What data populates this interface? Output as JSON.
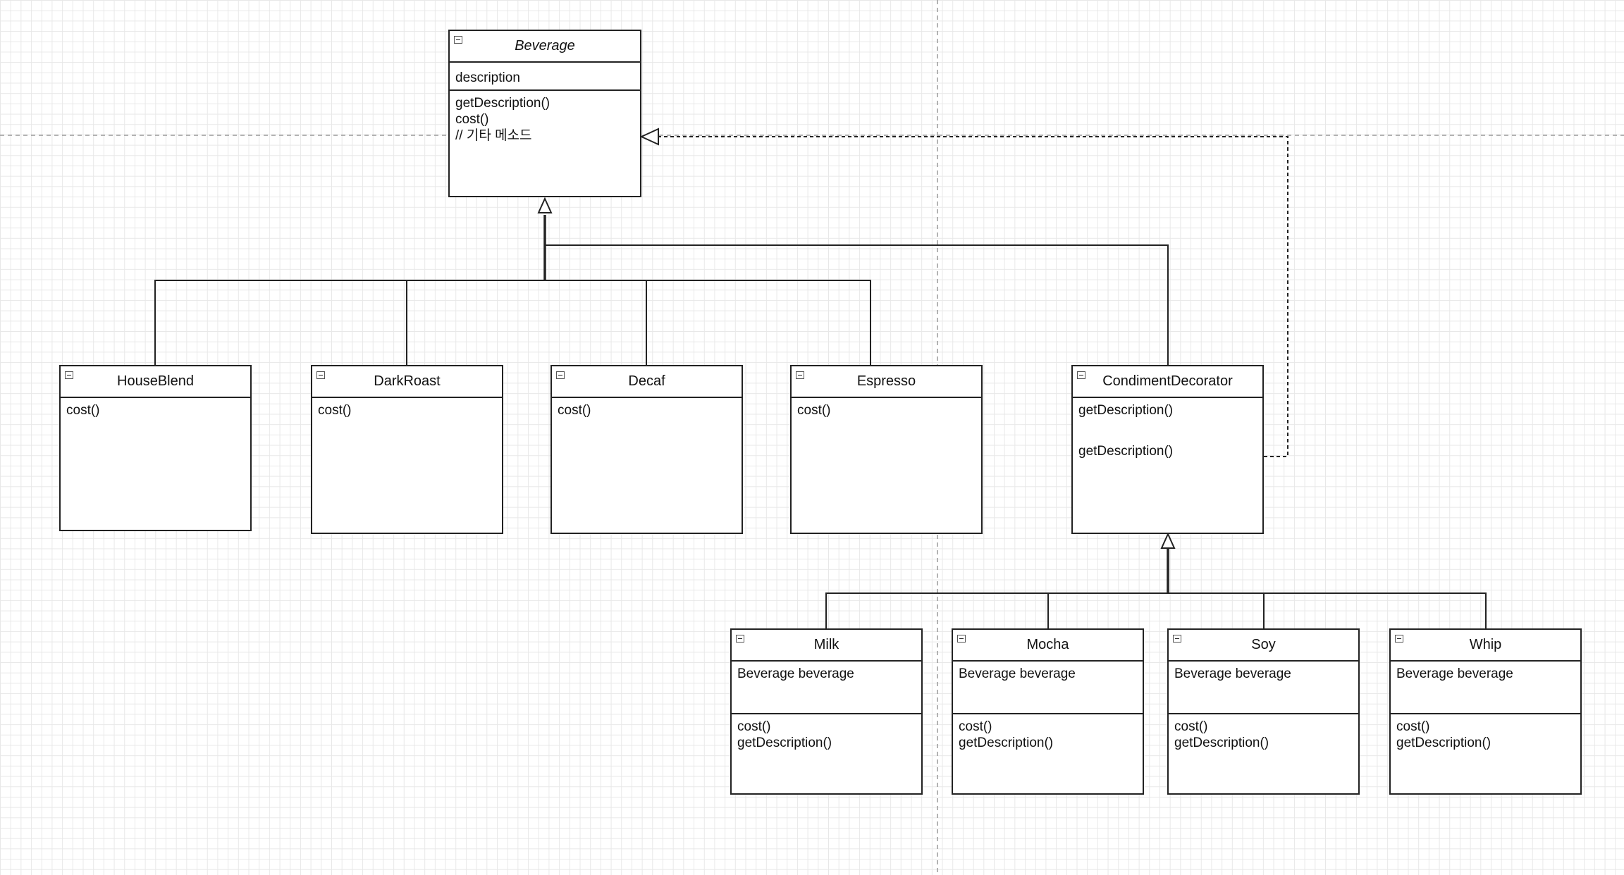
{
  "diagram": {
    "classes": {
      "beverage": {
        "name": "Beverage",
        "attributes": [
          "description"
        ],
        "methods": [
          "getDescription()",
          "cost()",
          "// 기타 메소드"
        ]
      },
      "houseblend": {
        "name": "HouseBlend",
        "methods": [
          "cost()"
        ]
      },
      "darkroast": {
        "name": "DarkRoast",
        "methods": [
          "cost()"
        ]
      },
      "decaf": {
        "name": "Decaf",
        "methods": [
          "cost()"
        ]
      },
      "espresso": {
        "name": "Espresso",
        "methods": [
          "cost()"
        ]
      },
      "condiment_decorator": {
        "name": "CondimentDecorator",
        "methods": [
          "getDescription()",
          "getDescription()"
        ]
      },
      "milk": {
        "name": "Milk",
        "attributes": [
          "Beverage beverage"
        ],
        "methods": [
          "cost()",
          "getDescription()"
        ]
      },
      "mocha": {
        "name": "Mocha",
        "attributes": [
          "Beverage beverage"
        ],
        "methods": [
          "cost()",
          "getDescription()"
        ]
      },
      "soy": {
        "name": "Soy",
        "attributes": [
          "Beverage beverage"
        ],
        "methods": [
          "cost()",
          "getDescription()"
        ]
      },
      "whip": {
        "name": "Whip",
        "attributes": [
          "Beverage beverage"
        ],
        "methods": [
          "cost()",
          "getDescription()"
        ]
      }
    },
    "relations": [
      {
        "from": "HouseBlend",
        "to": "Beverage",
        "type": "generalization"
      },
      {
        "from": "DarkRoast",
        "to": "Beverage",
        "type": "generalization"
      },
      {
        "from": "Decaf",
        "to": "Beverage",
        "type": "generalization"
      },
      {
        "from": "Espresso",
        "to": "Beverage",
        "type": "generalization"
      },
      {
        "from": "CondimentDecorator",
        "to": "Beverage",
        "type": "generalization"
      },
      {
        "from": "CondimentDecorator",
        "to": "Beverage",
        "type": "dependency"
      },
      {
        "from": "Milk",
        "to": "CondimentDecorator",
        "type": "generalization"
      },
      {
        "from": "Mocha",
        "to": "CondimentDecorator",
        "type": "generalization"
      },
      {
        "from": "Soy",
        "to": "CondimentDecorator",
        "type": "generalization"
      },
      {
        "from": "Whip",
        "to": "CondimentDecorator",
        "type": "generalization"
      }
    ]
  },
  "colors": {
    "line": "#222222",
    "grid": "#e8e8e8",
    "guide": "#9a9a9a"
  }
}
